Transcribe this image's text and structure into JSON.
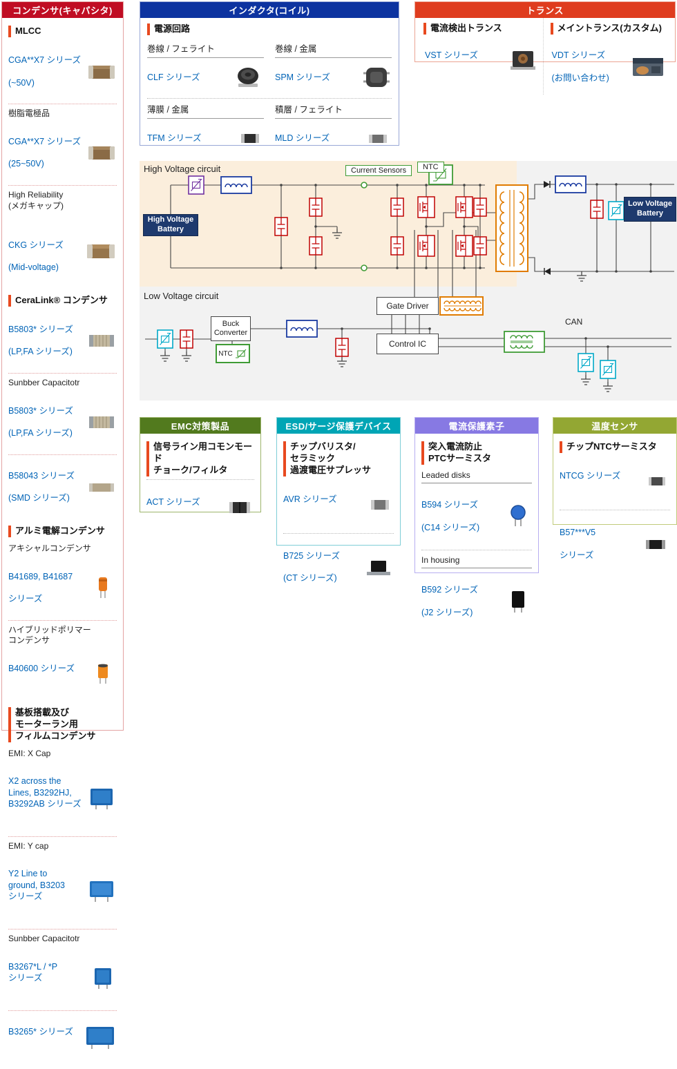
{
  "colors": {
    "capacitor_header": "#c00d23",
    "inductor_header": "#0d33a0",
    "transformer_header": "#df3c1e",
    "emc_header": "#527a1e",
    "esd_header": "#00a5b5",
    "current_protection_header": "#8779e3",
    "temp_sensor_header": "#93a733",
    "link_blue": "#0063b6",
    "section_marker": "#e8491f",
    "battery_box": "#1e3a6e",
    "hv_region_bg": "#fbeedc",
    "lv_region_bg": "#f2f2f2"
  },
  "capacitors": {
    "title": "コンデンサ(キャパシタ)",
    "sections": [
      {
        "heading": "MLCC",
        "entries": [
          {
            "label": "CGA**X7 シリーズ",
            "sub": "(~50V)"
          },
          {
            "text": "樹脂電極品"
          },
          {
            "label": "CGA**X7 シリーズ",
            "sub": "(25~50V)"
          },
          {
            "text": "High Reliability\n(メガキャップ)"
          },
          {
            "label": "CKG シリーズ",
            "sub": "(Mid-voltage)"
          }
        ]
      },
      {
        "heading": "CeraLink® コンデンサ",
        "entries": [
          {
            "label": "B5803* シリーズ",
            "sub": "(LP,FA シリーズ)"
          },
          {
            "text": "Sunbber Capacitotr"
          },
          {
            "label": "B5803* シリーズ",
            "sub": "(LP,FA シリーズ)"
          },
          {
            "label": "B58043 シリーズ",
            "sub": "(SMD シリーズ)"
          }
        ]
      },
      {
        "heading": "アルミ電解コンデンサ",
        "entries": [
          {
            "text": "アキシャルコンデンサ"
          },
          {
            "label": "B41689, B41687",
            "sub": "シリーズ"
          },
          {
            "text": "ハイブリッドポリマー\nコンデンサ"
          },
          {
            "label": "B40600 シリーズ",
            "sub": ""
          }
        ]
      },
      {
        "heading": "基板搭載及び\nモーターラン用\nフィルムコンデンサ",
        "entries": [
          {
            "text": "EMI: X Cap"
          },
          {
            "label": "X2  across the\nLines, B3292HJ,\nB3292AB シリーズ",
            "sub": ""
          },
          {
            "text": "EMI: Y cap"
          },
          {
            "label": "Y2 Line to\nground, B3203\nシリーズ",
            "sub": ""
          },
          {
            "text": "Sunbber Capacitotr"
          },
          {
            "label": "B3267*L / *P\nシリーズ",
            "sub": ""
          },
          {
            "label": "B3265* シリーズ",
            "sub": ""
          }
        ]
      }
    ]
  },
  "inductors": {
    "title": "インダクタ(コイル)",
    "section": "電源回路",
    "cells": [
      {
        "category": "巻線 / フェライト",
        "series": "CLF シリーズ"
      },
      {
        "category": "巻線 / 金属",
        "series": "SPM シリーズ"
      },
      {
        "category": "薄膜 / 金属",
        "series": "TFM シリーズ"
      },
      {
        "category": "積層 / フェライト",
        "series": "MLD シリーズ"
      }
    ]
  },
  "transformers": {
    "title": "トランス",
    "columns": [
      {
        "category": "電流検出トランス",
        "series": "VST シリーズ",
        "note": ""
      },
      {
        "category": "メイントランス(カスタム)",
        "series": "VDT シリーズ",
        "note": "(お問い合わせ)"
      }
    ]
  },
  "circuit": {
    "hv_title": "High Voltage circuit",
    "lv_title": "Low Voltage circuit",
    "hv_battery": "High Voltage Battery",
    "lv_battery": "Low Voltage Battery",
    "current_sensors": "Current Sensors",
    "ntc_top": "NTC",
    "ntc_bottom": "NTC",
    "gate_driver": "Gate Driver",
    "control_ic": "Control IC",
    "buck_converter": "Buck Converter",
    "can": "CAN"
  },
  "emc": {
    "title": "EMC対策製品",
    "section": "信号ライン用コモンモード\nチョーク/フィルタ",
    "items": [
      {
        "series": "ACT シリーズ",
        "sub": ""
      }
    ]
  },
  "esd": {
    "title": "ESD/サージ保護デバイス",
    "section": "チップバリスタ/\nセラミック\n過渡電圧サプレッサ",
    "items": [
      {
        "series": "AVR シリーズ",
        "sub": ""
      },
      {
        "series": "B725 シリーズ",
        "sub": "(CT シリーズ)"
      }
    ]
  },
  "current_protection": {
    "title": "電流保護素子",
    "section": "突入電流防止\nPTCサーミスタ",
    "groups": [
      {
        "label": "Leaded disks",
        "series": "B594 シリーズ",
        "sub": "(C14 シリーズ)"
      },
      {
        "label": "In housing",
        "series": "B592 シリーズ",
        "sub": "(J2 シリーズ)"
      }
    ]
  },
  "temp_sensor": {
    "title": "温度センサ",
    "section": "チップNTCサーミスタ",
    "items": [
      {
        "series": "NTCG シリーズ",
        "sub": ""
      },
      {
        "series": "B57***V5",
        "sub": "シリーズ"
      }
    ]
  }
}
